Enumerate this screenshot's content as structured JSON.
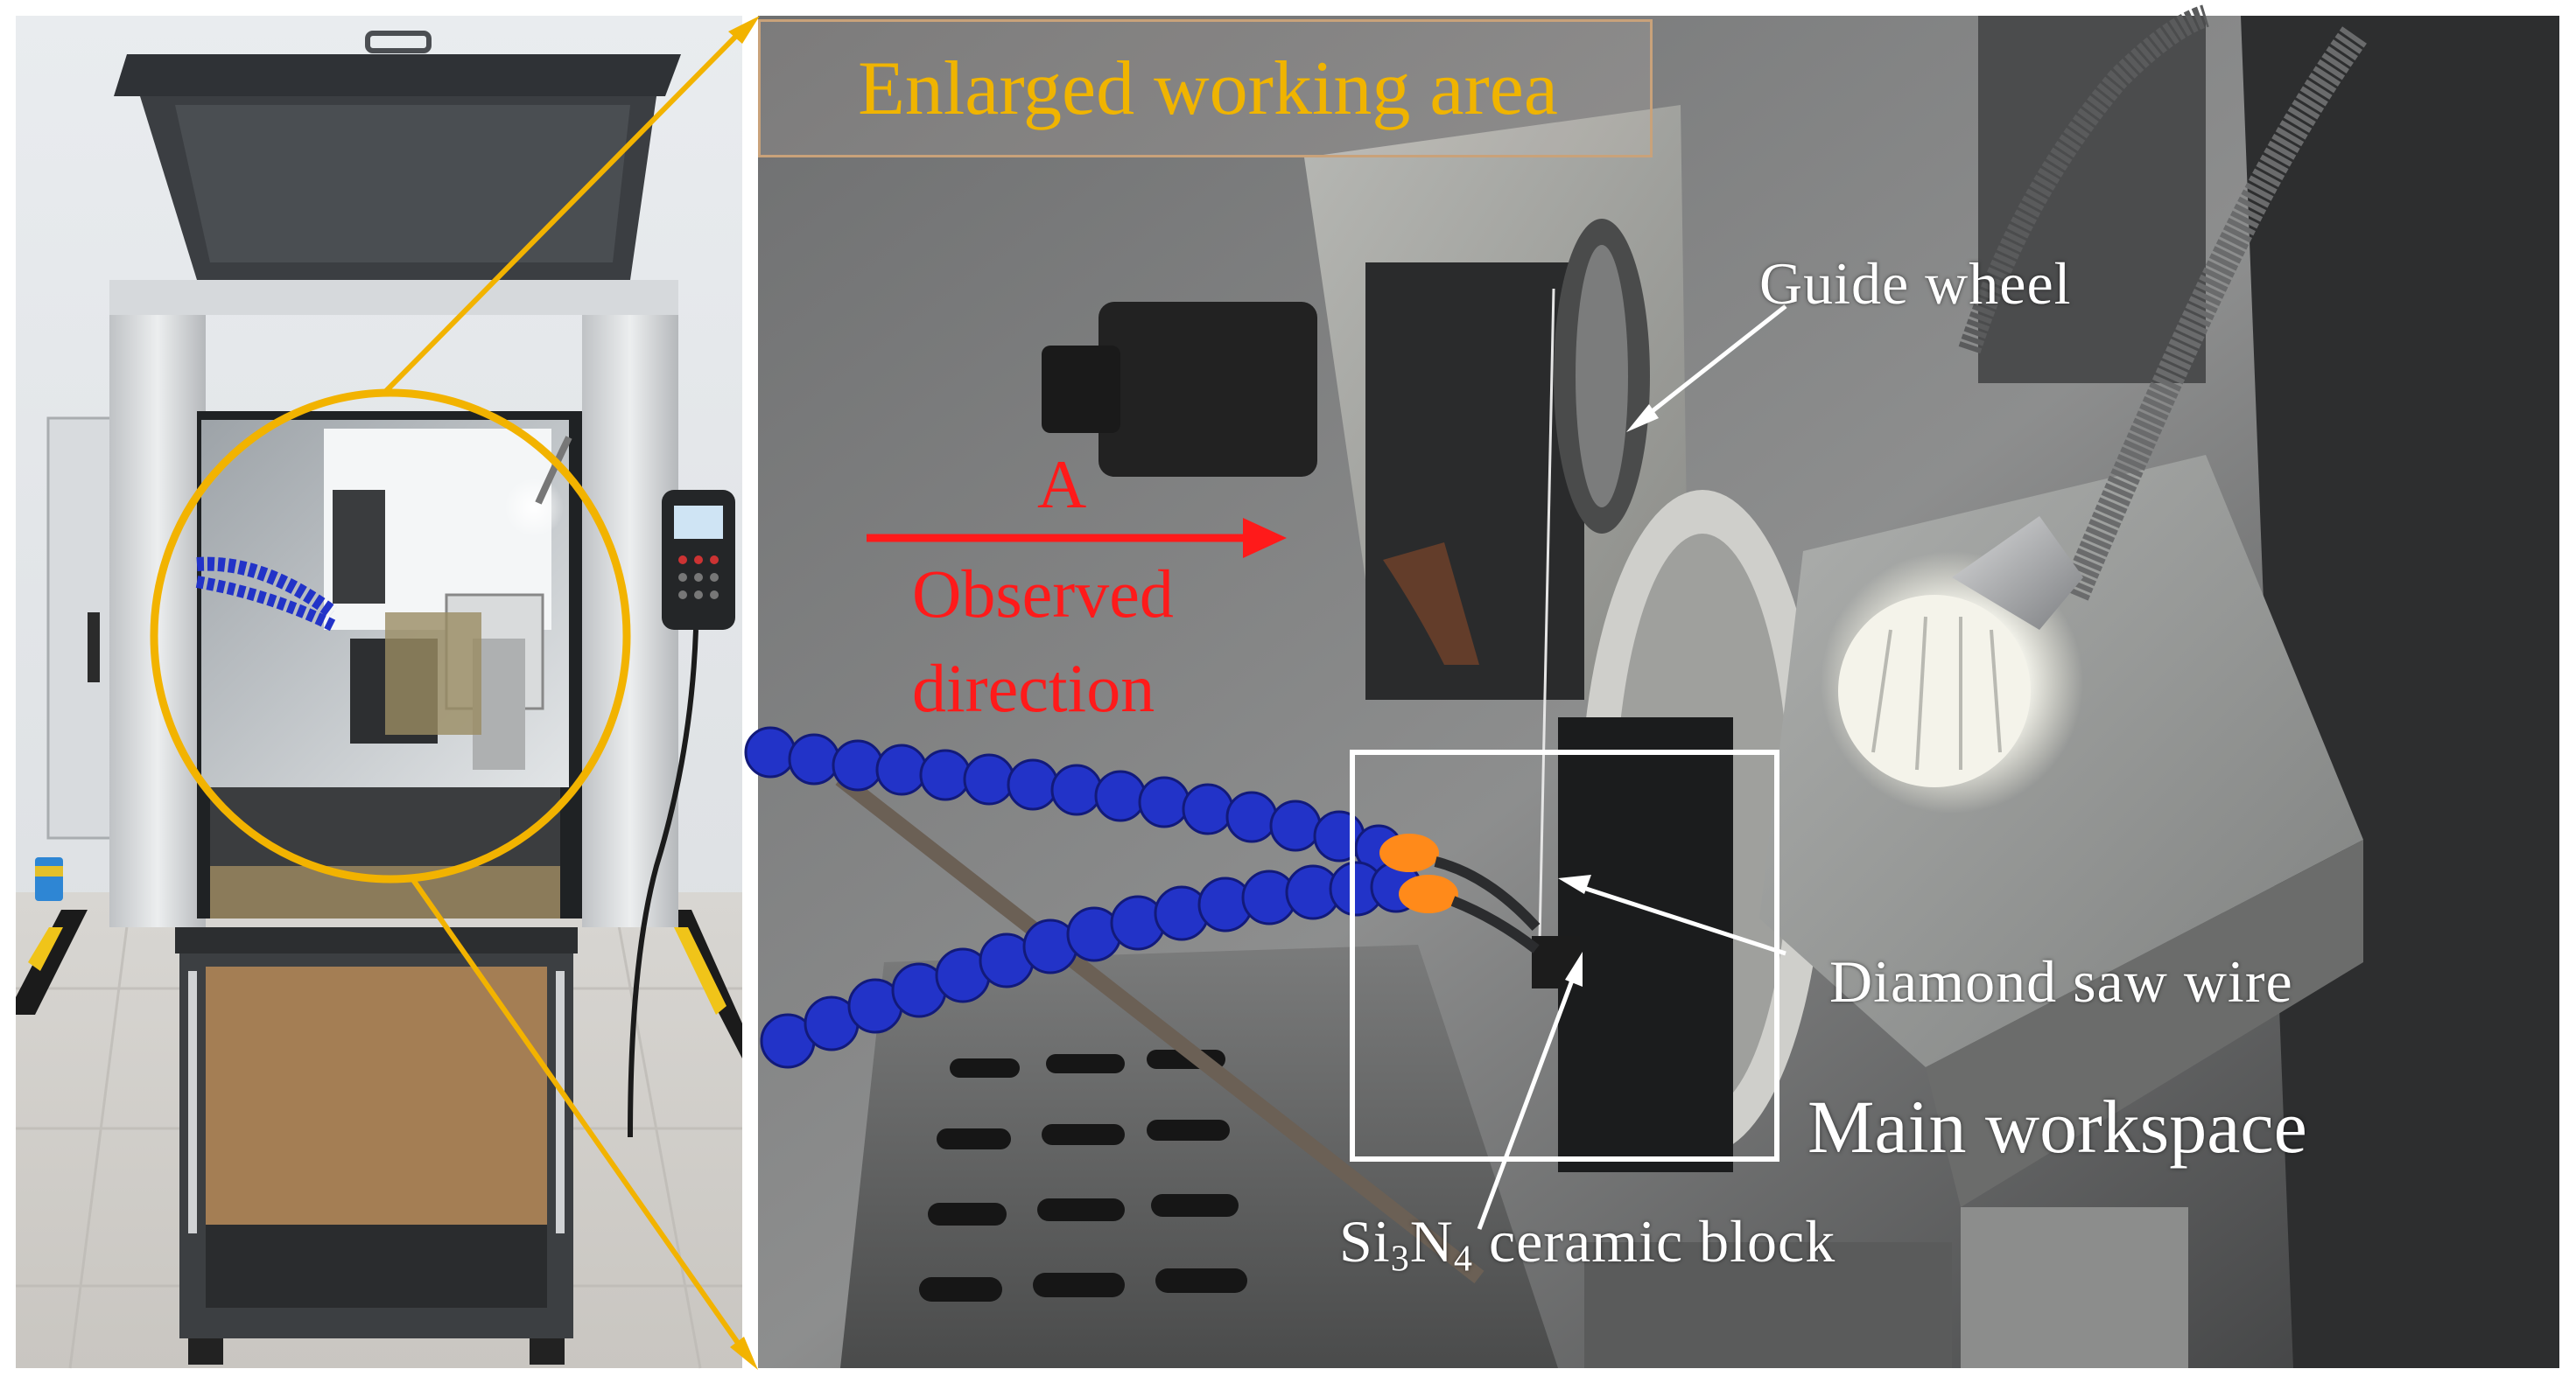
{
  "figure": {
    "title": "Enlarged working area",
    "labels": {
      "guide_wheel": "Guide wheel",
      "observed_a": "A",
      "observed_line1": "Observed",
      "observed_line2": "direction",
      "diamond_saw_wire": "Diamond saw wire",
      "main_workspace": "Main workspace",
      "ceramic_si": "Si",
      "ceramic_sub1": "3",
      "ceramic_n": "N",
      "ceramic_sub2": "4",
      "ceramic_rest": " ceramic block"
    },
    "colors": {
      "callout": "#f2b300",
      "arrow_red": "#ff1a1a",
      "hose_blue": "#2233c8",
      "hose_orange": "#ff8a1a",
      "title_text": "#f0b400",
      "annotation": "#ffffff"
    }
  }
}
